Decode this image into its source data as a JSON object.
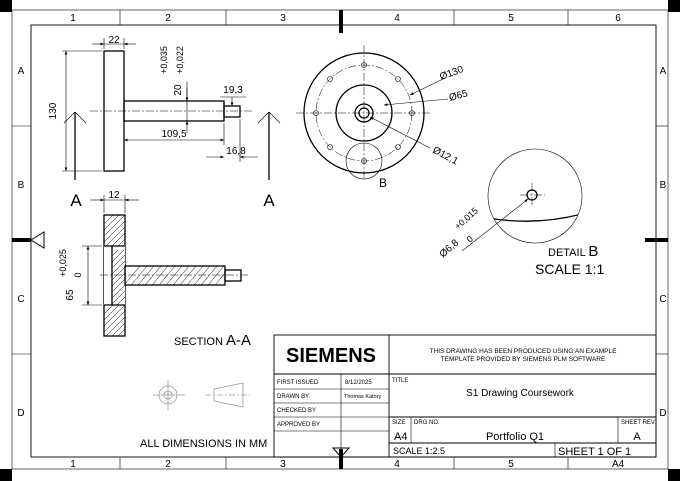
{
  "border": {
    "columns": [
      "1",
      "2",
      "3",
      "4",
      "5",
      "6"
    ],
    "rows": [
      "A",
      "B",
      "C",
      "D"
    ]
  },
  "front_view": {
    "dims": {
      "flange_thickness": "22",
      "height_130": "130",
      "tol_upper": "+0,035",
      "tol_lower": "+0,022",
      "shaft_dia": "20",
      "tip_dia": "19,3",
      "length": "109,5",
      "tip_length": "16,8"
    },
    "section_letter_left": "A",
    "section_letter_right": "A"
  },
  "side_view": {
    "dims": {
      "d130": "Ø130",
      "d65": "Ø65",
      "d12": "Ø12,1"
    },
    "detail_letter": "B"
  },
  "section_view": {
    "dims": {
      "width": "12",
      "tol_upper": "+0,025",
      "tol_lower": "0",
      "d65": "65"
    },
    "caption_prefix": "SECTION ",
    "caption_letters": "A-A"
  },
  "detail_view": {
    "dims": {
      "hole": "Ø6,8",
      "tol_upper": "+0,015",
      "tol_lower": "0"
    },
    "caption_prefix": "DETAIL ",
    "caption_letter": "B",
    "scale": "SCALE 1:1"
  },
  "note_all_dims": "ALL DIMENSIONS IN MM",
  "title_block": {
    "brand": "SIEMENS",
    "disclaimer_1": "THIS DRAWING HAS BEEN PRODUCED USING AN EXAMPLE",
    "disclaimer_2": "TEMPLATE PROVIDED BY SIEMENS PLM SOFTWARE",
    "first_issued_label": "FIRST ISSUED",
    "first_issued_value": "8/12/2025",
    "drawn_by_label": "DRAWN BY",
    "drawn_by_value": "Thomas Katory",
    "checked_by_label": "CHECKED BY",
    "approved_by_label": "APPROVED BY",
    "title_label": "TITLE",
    "title_value": "S1 Drawing Coursework",
    "size_label": "SIZE",
    "size_value": "A4",
    "drg_no_label": "DRG NO.",
    "drg_no_value": "Portfolio Q1",
    "sheet_rev_label": "SHEET REV",
    "sheet_rev_value": "A",
    "scale": "SCALE 1:2.5",
    "sheet": "SHEET 1 OF 1",
    "sheet_size": "A4"
  }
}
